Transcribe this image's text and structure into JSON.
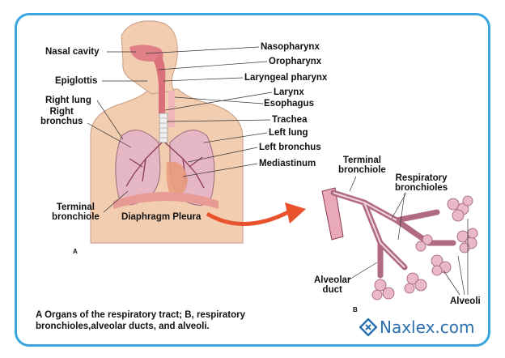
{
  "labels_left": {
    "nasal_cavity": "Nasal cavity",
    "epiglottis": "Epiglottis",
    "right_lung": "Right lung",
    "right_bronchus": "Right\nbronchus",
    "terminal_bronchiole": "Terminal\nbronchiole",
    "diaphragm_pleura": "Diaphragm Pleura"
  },
  "labels_right": {
    "nasopharynx": "Nasopharynx",
    "oropharynx": "Oropharynx",
    "laryngeal_pharynx": "Laryngeal pharynx",
    "larynx": "Larynx",
    "esophagus": "Esophagus",
    "trachea": "Trachea",
    "left_lung": "Left lung",
    "left_bronchus": "Left bronchus",
    "mediastinum": "Mediastinum"
  },
  "labels_b": {
    "terminal_bronchiole": "Terminal\nbronchiole",
    "respiratory_bronchioles": "Respiratory\nbronchioles",
    "alveolar_duct": "Alveolar\nduct",
    "alveoli": "Alveoli"
  },
  "panel_markers": {
    "a": "A",
    "b": "B"
  },
  "caption": "A Organs of the respiratory tract; B, respiratory bronchioles,alveolar ducts, and alveoli.",
  "brand": {
    "name": "Naxlex.com",
    "color": "#2b6fb0",
    "icon": "naxlex-logo-icon"
  },
  "colors": {
    "frame": "#3aa6e0",
    "arrow": "#e8532d",
    "skin": "#f2cdb0",
    "tissue": "#e8a9b8"
  }
}
